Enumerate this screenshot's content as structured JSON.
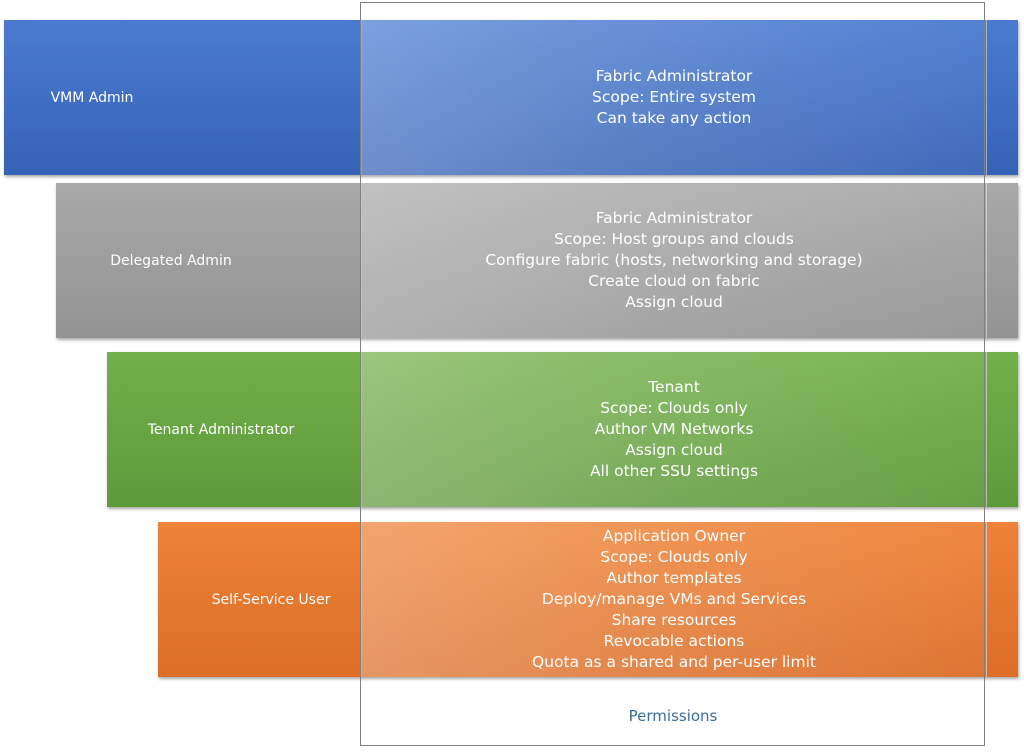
{
  "roles": [
    {
      "name": "VMM Admin",
      "color": "#3f6fc4",
      "details": [
        "Fabric Administrator",
        "Scope: Entire system",
        "Can take any action"
      ]
    },
    {
      "name": "Delegated Admin",
      "color": "#a0a0a0",
      "details": [
        "Fabric Administrator",
        "Scope: Host groups and clouds",
        "Configure fabric (hosts, networking and storage)",
        "Create cloud on fabric",
        "Assign cloud"
      ]
    },
    {
      "name": "Tenant Administrator",
      "color": "#6ca844",
      "details": [
        "Tenant",
        "Scope: Clouds only",
        "Author VM Networks",
        "Assign cloud",
        "All other SSU settings"
      ]
    },
    {
      "name": "Self-Service User",
      "color": "#e67a30",
      "details": [
        "Application Owner",
        "Scope: Clouds only",
        "Author templates",
        "Deploy/manage VMs and Services",
        "Share resources",
        "Revocable actions",
        "Quota as a shared and per-user limit"
      ]
    }
  ],
  "permissions_label": "Permissions"
}
